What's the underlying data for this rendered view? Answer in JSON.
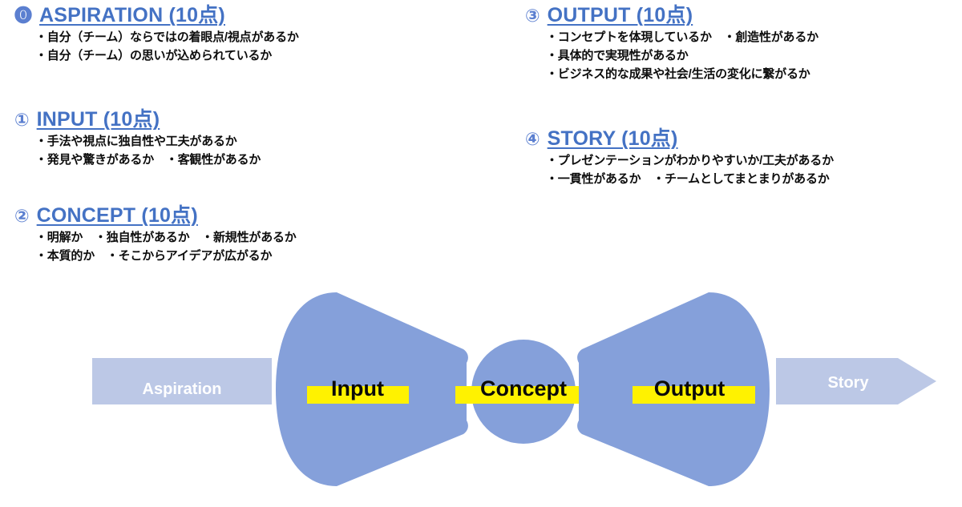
{
  "criteria": [
    {
      "marker": "⓿",
      "title": "ASPIRATION (10点)",
      "lines": [
        "・自分（チーム）ならではの着眼点/視点があるか",
        "・自分（チーム）の思いが込められているか"
      ]
    },
    {
      "marker": "①",
      "title": "INPUT (10点)",
      "lines": [
        "・手法や視点に独自性や工夫があるか",
        "・発見や驚きがあるか　・客観性があるか"
      ]
    },
    {
      "marker": "②",
      "title": "CONCEPT (10点)",
      "lines": [
        "・明解か　・独自性があるか　・新規性があるか",
        "・本質的か　・そこからアイデアが広がるか"
      ]
    },
    {
      "marker": "③",
      "title": "OUTPUT (10点)",
      "lines": [
        "・コンセプトを体現しているか　・創造性があるか",
        "・具体的で実現性があるか",
        "・ビジネス的な成果や社会/生活の変化に繋がるか"
      ]
    },
    {
      "marker": "④",
      "title": "STORY (10点)",
      "lines": [
        "・プレゼンテーションがわかりやすいか/工夫があるか",
        "・一貫性があるか　・チームとしてまとまりがあるか"
      ]
    }
  ],
  "diagram": {
    "stages": [
      {
        "key": "aspiration",
        "label": "Aspiration",
        "style": "light-bar",
        "highlight": false
      },
      {
        "key": "input",
        "label": "Input",
        "style": "funnel-right",
        "highlight": true
      },
      {
        "key": "concept",
        "label": "Concept",
        "style": "circle",
        "highlight": true
      },
      {
        "key": "output",
        "label": "Output",
        "style": "funnel-left",
        "highlight": true
      },
      {
        "key": "story",
        "label": "Story",
        "style": "light-arrow",
        "highlight": false
      }
    ]
  },
  "colors": {
    "heading_blue": "#4472C4",
    "marker_blue": "#5B7FD0",
    "body_text": "#0D0D0D",
    "funnel_blue": "#85A0DA",
    "light_blue": "#BCC8E6",
    "highlight_yellow": "#FFF200",
    "label_dark": "#0A0A0A",
    "label_light": "#FFFFFF",
    "background": "#FFFFFF"
  }
}
